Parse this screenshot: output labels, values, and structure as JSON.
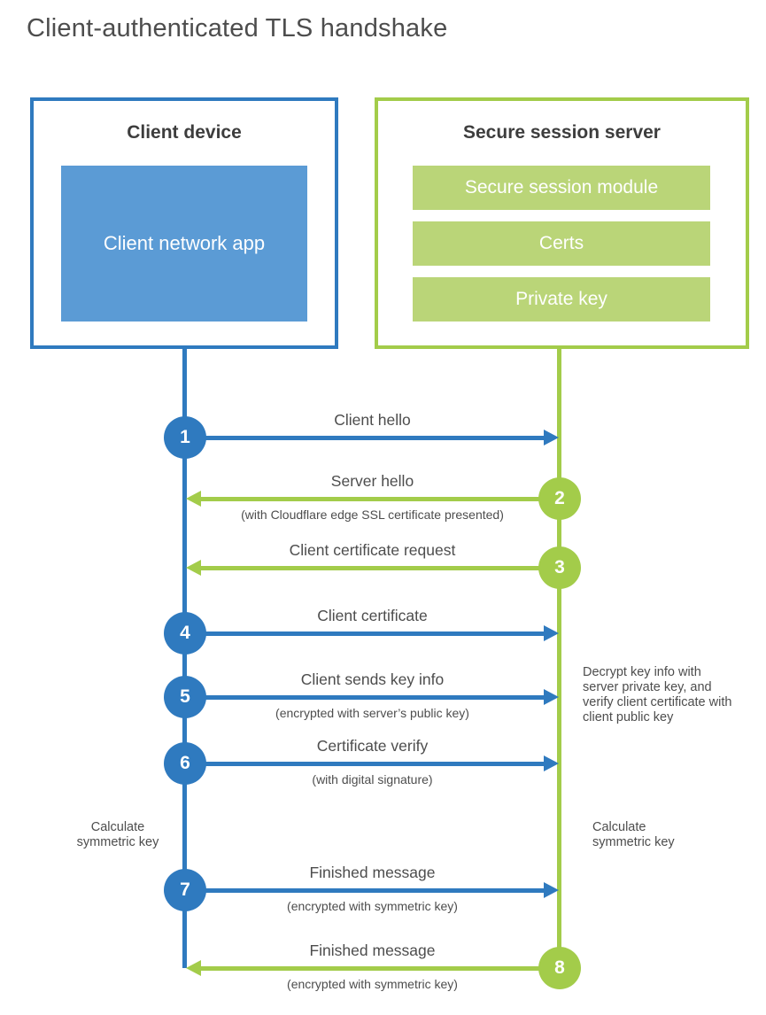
{
  "title": "Client-authenticated TLS handshake",
  "colors": {
    "client_stroke": "#2f7abf",
    "client_fill": "#5b9bd5",
    "server_stroke": "#a3cc4a",
    "server_fill": "#bad578",
    "text": "#4d4d4d",
    "background": "#ffffff"
  },
  "client": {
    "title": "Client device",
    "inner_label": "Client network app"
  },
  "server": {
    "title": "Secure session server",
    "modules": [
      "Secure session module",
      "Certs",
      "Private key"
    ]
  },
  "steps": [
    {
      "num": "1",
      "from": "client",
      "label": "Client hello",
      "sub": ""
    },
    {
      "num": "2",
      "from": "server",
      "label": "Server hello",
      "sub": "(with Cloudflare edge SSL certificate presented)"
    },
    {
      "num": "3",
      "from": "server",
      "label": "Client certificate request",
      "sub": ""
    },
    {
      "num": "4",
      "from": "client",
      "label": "Client certificate",
      "sub": ""
    },
    {
      "num": "5",
      "from": "client",
      "label": "Client sends key info",
      "sub": "(encrypted with server’s public key)"
    },
    {
      "num": "6",
      "from": "client",
      "label": "Certificate verify",
      "sub": "(with digital signature)"
    },
    {
      "num": "7",
      "from": "client",
      "label": "Finished message",
      "sub": "(encrypted with symmetric key)"
    },
    {
      "num": "8",
      "from": "server",
      "label": "Finished message",
      "sub": "(encrypted with symmetric key)"
    }
  ],
  "notes": {
    "decrypt": "Decrypt key info with server private key, and verify client certificate with client public key",
    "calc_left": "Calculate symmetric key",
    "calc_right": "Calculate symmetric key"
  }
}
